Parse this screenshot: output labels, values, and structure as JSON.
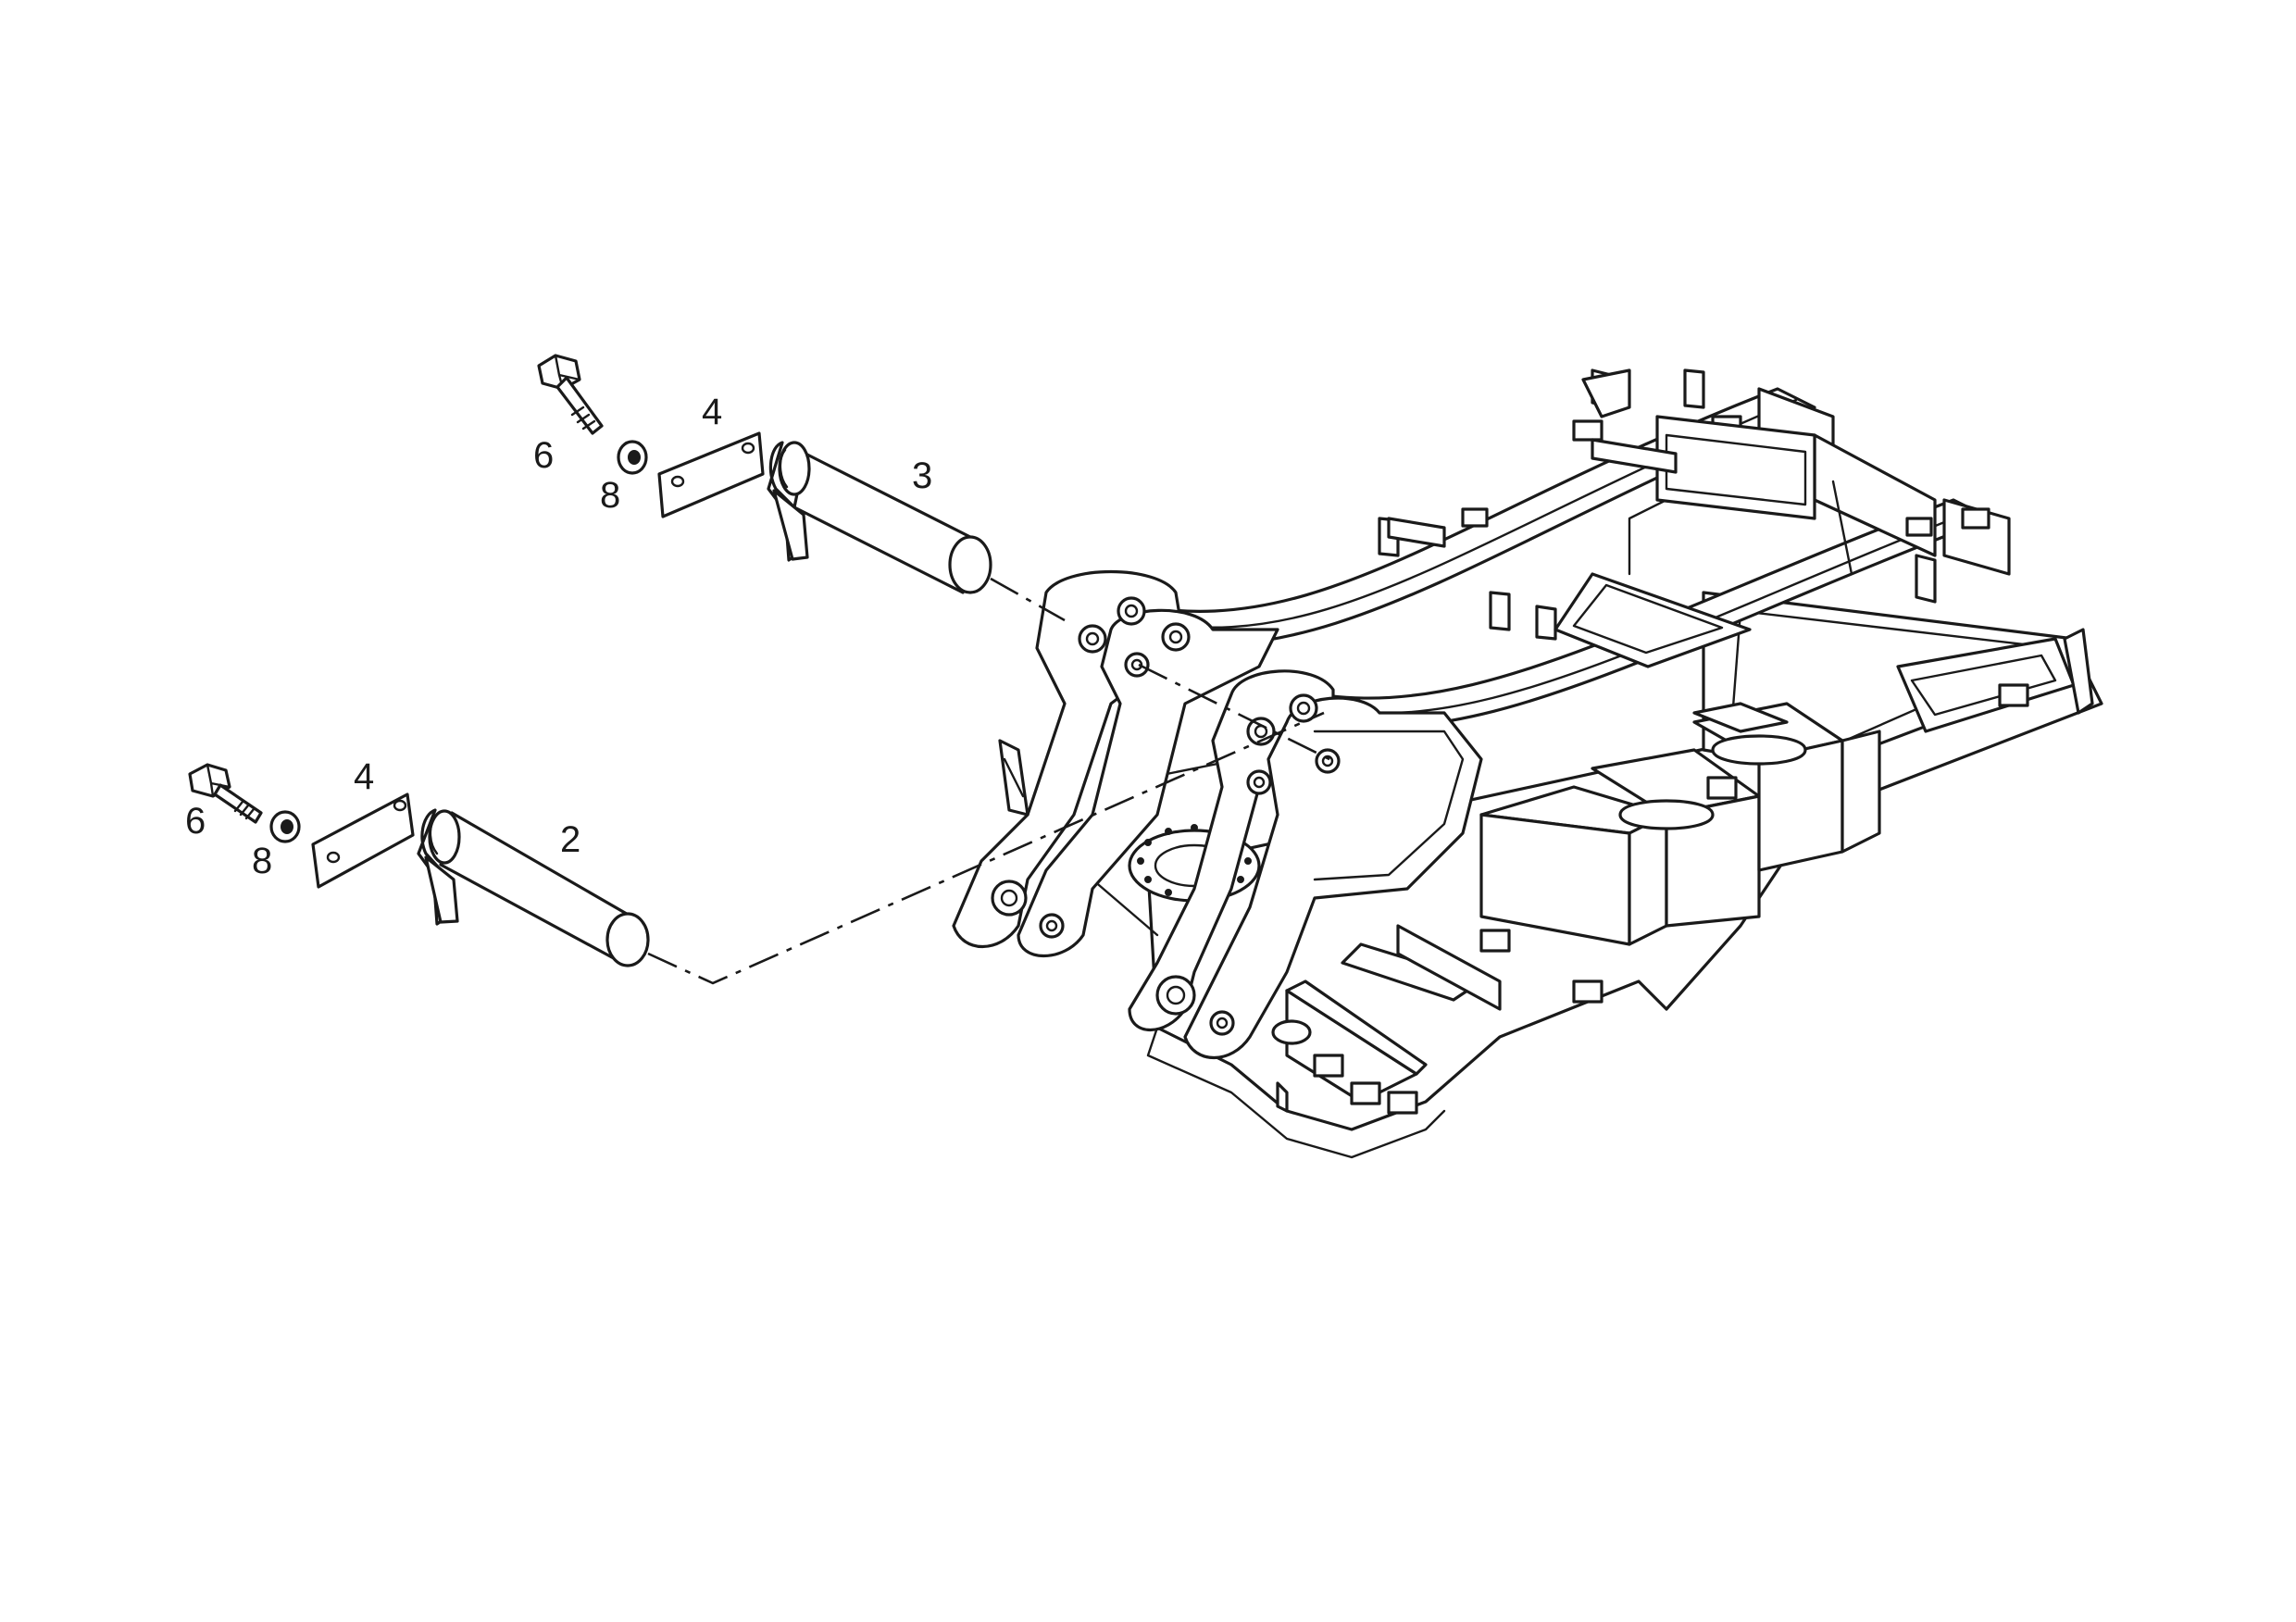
{
  "callouts": {
    "upper_bolt": "6",
    "upper_washer": "8",
    "upper_plate": "4",
    "upper_pin": "3",
    "lower_bolt": "6",
    "lower_washer": "8",
    "lower_plate": "4",
    "lower_pin": "2"
  }
}
